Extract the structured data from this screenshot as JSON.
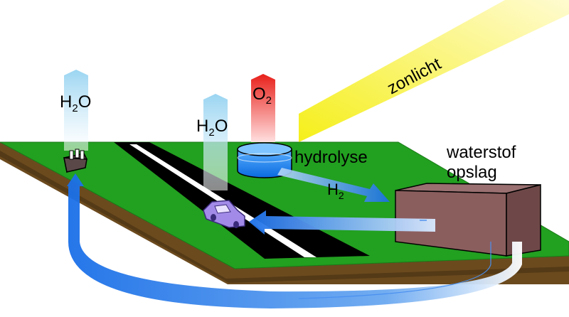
{
  "labels": {
    "sunlight": "zonlicht",
    "h2o_factory_main": "H",
    "h2o_factory_sub": "2",
    "h2o_factory_end": "O",
    "h2o_car_main": "H",
    "h2o_car_sub": "2",
    "h2o_car_end": "O",
    "o2_main": "O",
    "o2_sub": "2",
    "hydrolysis": "hydrolyse",
    "h2_main": "H",
    "h2_sub": "2",
    "storage_line1": "waterstof",
    "storage_line2": "opslag"
  },
  "colors": {
    "grass": "#22a020",
    "soil": "#6b4a1e",
    "road": "#000000",
    "water_arrow": "#1a6fe8",
    "vapor": "#8fd0f0",
    "oxygen": "#e8201a",
    "sunlight": "#f5ef1a",
    "storage": "#8b5e5e",
    "car": "#a28be8"
  }
}
